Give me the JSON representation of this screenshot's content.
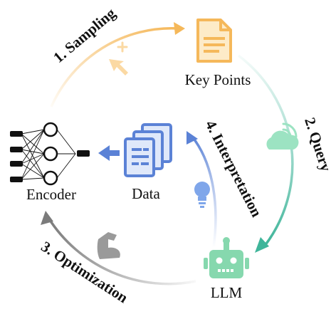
{
  "steps": {
    "sampling": "1. Sampling",
    "query": "2. Query",
    "optimization": "3. Optimization",
    "interpretation": "4. Interpretation"
  },
  "nodes": {
    "key_points": "Key Points",
    "encoder": "Encoder",
    "data": "Data",
    "llm": "LLM"
  },
  "colors": {
    "sampling": "#f5b85a",
    "query": "#3fb59a",
    "optimization": "#7b7b7b",
    "interpretation": "#5b82d6",
    "llm_green": "#86d8ae",
    "cloud_green": "#9ce3c2",
    "bulb_blue": "#6f9ae6",
    "text": "#111111"
  },
  "icons": {
    "key_points": "document-icon",
    "sampling": "cursor-sparkle-icon",
    "query": "cloud-wifi-icon",
    "interpretation": "lightbulb-icon",
    "optimization": "muscle-arm-icon",
    "data": "stacked-documents-icon",
    "llm": "robot-icon",
    "encoder": "neural-network-icon"
  }
}
